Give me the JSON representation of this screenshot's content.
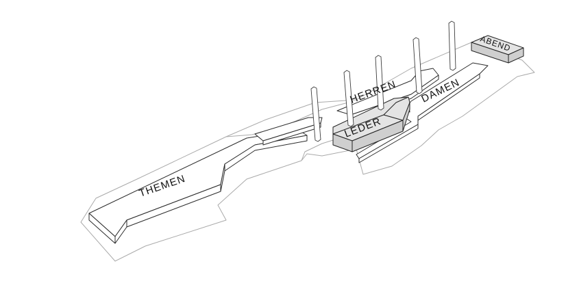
{
  "zones": {
    "themen": "THEMEN",
    "herren": "HERREN",
    "leder": "LEDER",
    "damen": "DAMEN",
    "abend": "ABEND"
  }
}
